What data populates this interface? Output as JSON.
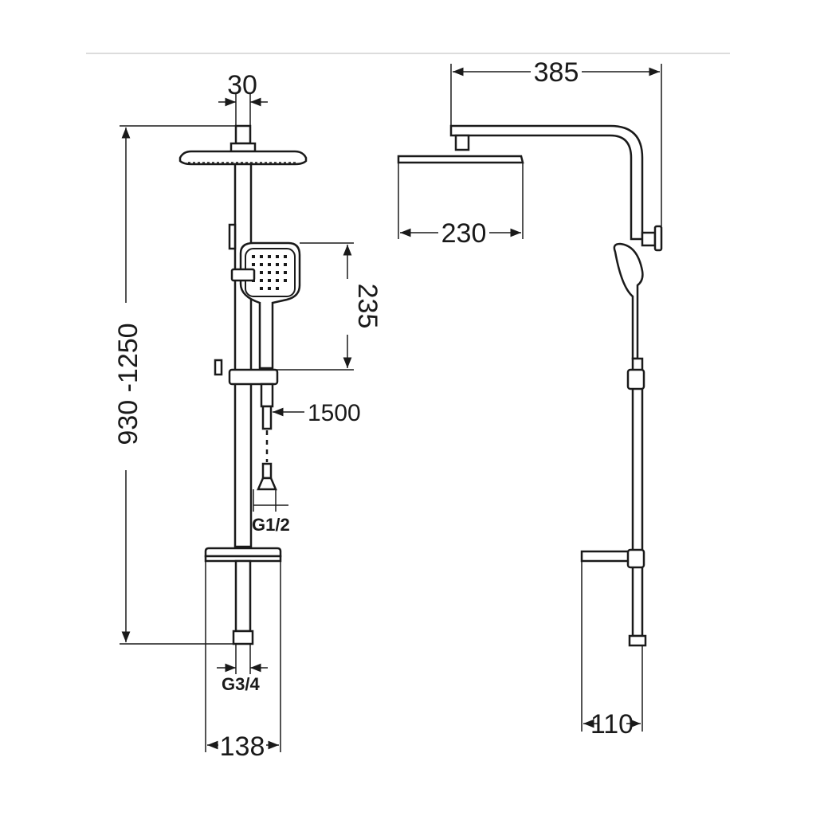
{
  "diagram": {
    "dimensions": {
      "top_fitting_width": "30",
      "height_range": "930 -1250",
      "hand_shower_length": "235",
      "hose_length": "1500",
      "hose_thread": "G1/2",
      "inlet_thread": "G3/4",
      "shelf_width": "138",
      "arm_reach": "385",
      "head_width": "230",
      "wall_distance": "110"
    },
    "colors": {
      "line": "#1a1a1a",
      "rule": "#cccccc",
      "background": "#ffffff"
    }
  }
}
